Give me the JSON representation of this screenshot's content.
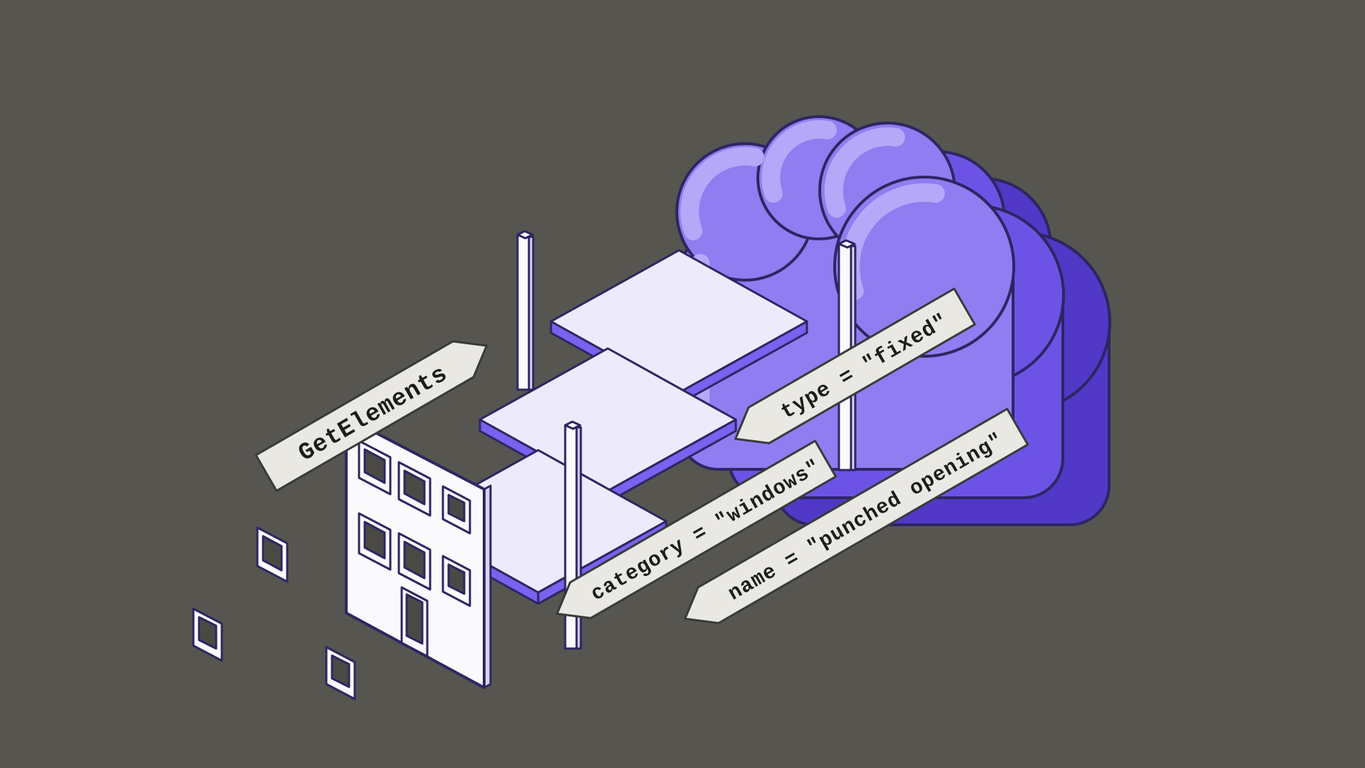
{
  "labels": {
    "method": "GetElements",
    "filter_type": "type = \"fixed\"",
    "filter_category": "category = \"windows\"",
    "filter_name": "name = \"punched opening\""
  },
  "colors": {
    "background": "#57554F",
    "cloud_front": "#8F7DF1",
    "cloud_highlight": "#B5A8F8",
    "cloud_side": "#6C53E6",
    "cloud_side_dark": "#5138C6",
    "outline": "#2D2662",
    "slab_top": "#EDEBFB",
    "slab_edge": "#7B61EF",
    "surface_white": "#FAFAFD",
    "surface_shade": "#D9D3F4",
    "opening_dark": "#4B4944",
    "banner_fill": "#E9E8E3",
    "banner_stroke": "#3A3A3A",
    "banner_text": "#1C1C1C"
  }
}
